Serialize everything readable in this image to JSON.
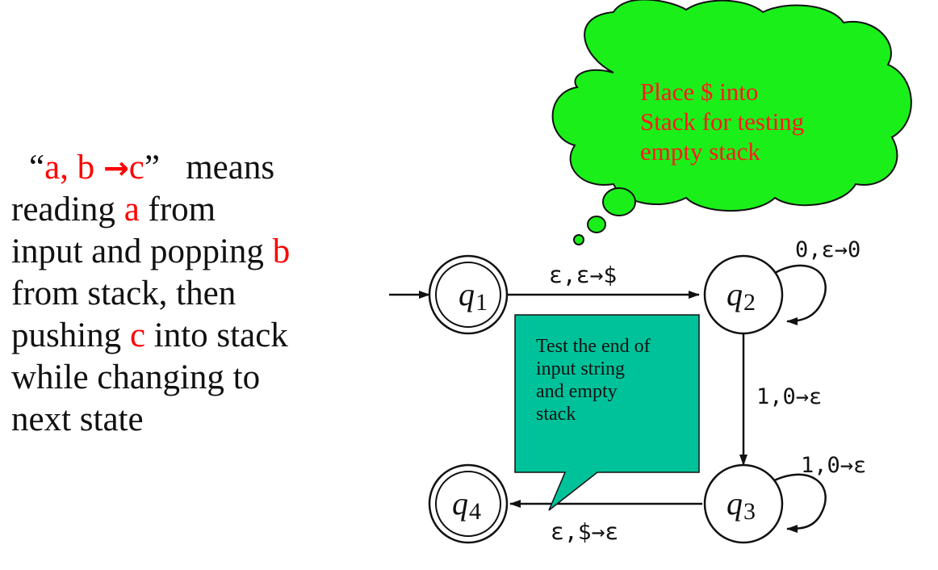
{
  "explanation": {
    "quote_open": "“",
    "notation_a_b": "a, b ",
    "notation_arrow": "→",
    "notation_c": "c",
    "quote_close": "”",
    "means": "means",
    "reading": "reading ",
    "a": "a",
    "from": " from",
    "input_popping": "input and popping ",
    "b": "b",
    "from_stack": "from stack, then",
    "pushing": "pushing ",
    "c": "c",
    "into_stack": " into stack",
    "while_changing": "while changing to",
    "next_state": "next state"
  },
  "cloud": {
    "line1": "Place $ into",
    "line2": "Stack for testing",
    "line3": "empty stack"
  },
  "callout": {
    "line1": "Test the end of",
    "line2": "input string",
    "line3": "and empty",
    "line4": "stack"
  },
  "states": {
    "q1": {
      "name": "q",
      "sub": "1"
    },
    "q2": {
      "name": "q",
      "sub": "2"
    },
    "q3": {
      "name": "q",
      "sub": "3"
    },
    "q4": {
      "name": "q",
      "sub": "4"
    }
  },
  "transitions": {
    "q1_q2": "ε,ε→$",
    "q2_loop": "0,ε→0",
    "q2_q3": "1,0→ε",
    "q3_loop": "1,0→ε",
    "q3_q4": "ε,$→ε"
  },
  "colors": {
    "cloud_fill": "#1aef1a",
    "cloud_text": "#ff1a1a",
    "callout_fill": "#00c29a",
    "highlight": "#ff0000"
  }
}
